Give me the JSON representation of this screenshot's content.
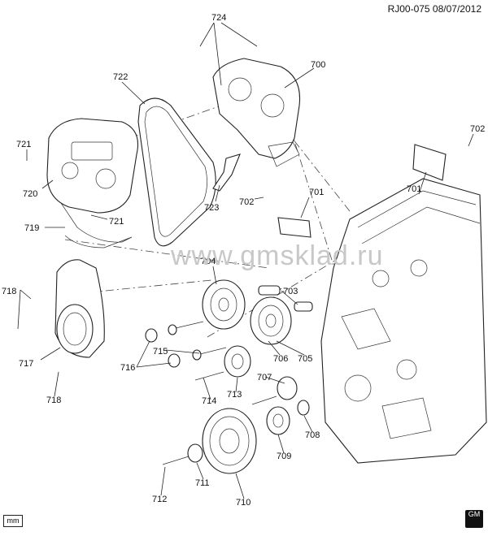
{
  "header": {
    "code": "RJ00-075 08/07/2012"
  },
  "watermark": "www.gmsklad.ru",
  "unit_badge": "mm",
  "brand_badge": "GM",
  "callouts": [
    {
      "id": "c724",
      "text": "724"
    },
    {
      "id": "c700",
      "text": "700"
    },
    {
      "id": "c722",
      "text": "722"
    },
    {
      "id": "c721a",
      "text": "721"
    },
    {
      "id": "c702a",
      "text": "702"
    },
    {
      "id": "c720",
      "text": "720"
    },
    {
      "id": "c721b",
      "text": "721"
    },
    {
      "id": "c723",
      "text": "723"
    },
    {
      "id": "c701a",
      "text": "701"
    },
    {
      "id": "c701b",
      "text": "701"
    },
    {
      "id": "c702b",
      "text": "702"
    },
    {
      "id": "c719",
      "text": "719"
    },
    {
      "id": "c704",
      "text": "704"
    },
    {
      "id": "c703",
      "text": "703"
    },
    {
      "id": "c718a",
      "text": "718"
    },
    {
      "id": "c717",
      "text": "717"
    },
    {
      "id": "c716",
      "text": "716"
    },
    {
      "id": "c715",
      "text": "715"
    },
    {
      "id": "c706",
      "text": "706"
    },
    {
      "id": "c705",
      "text": "705"
    },
    {
      "id": "c707",
      "text": "707"
    },
    {
      "id": "c713",
      "text": "713"
    },
    {
      "id": "c714",
      "text": "714"
    },
    {
      "id": "c718b",
      "text": "718"
    },
    {
      "id": "c708",
      "text": "708"
    },
    {
      "id": "c709",
      "text": "709"
    },
    {
      "id": "c712",
      "text": "712"
    },
    {
      "id": "c711",
      "text": "711"
    },
    {
      "id": "c710",
      "text": "710"
    }
  ]
}
